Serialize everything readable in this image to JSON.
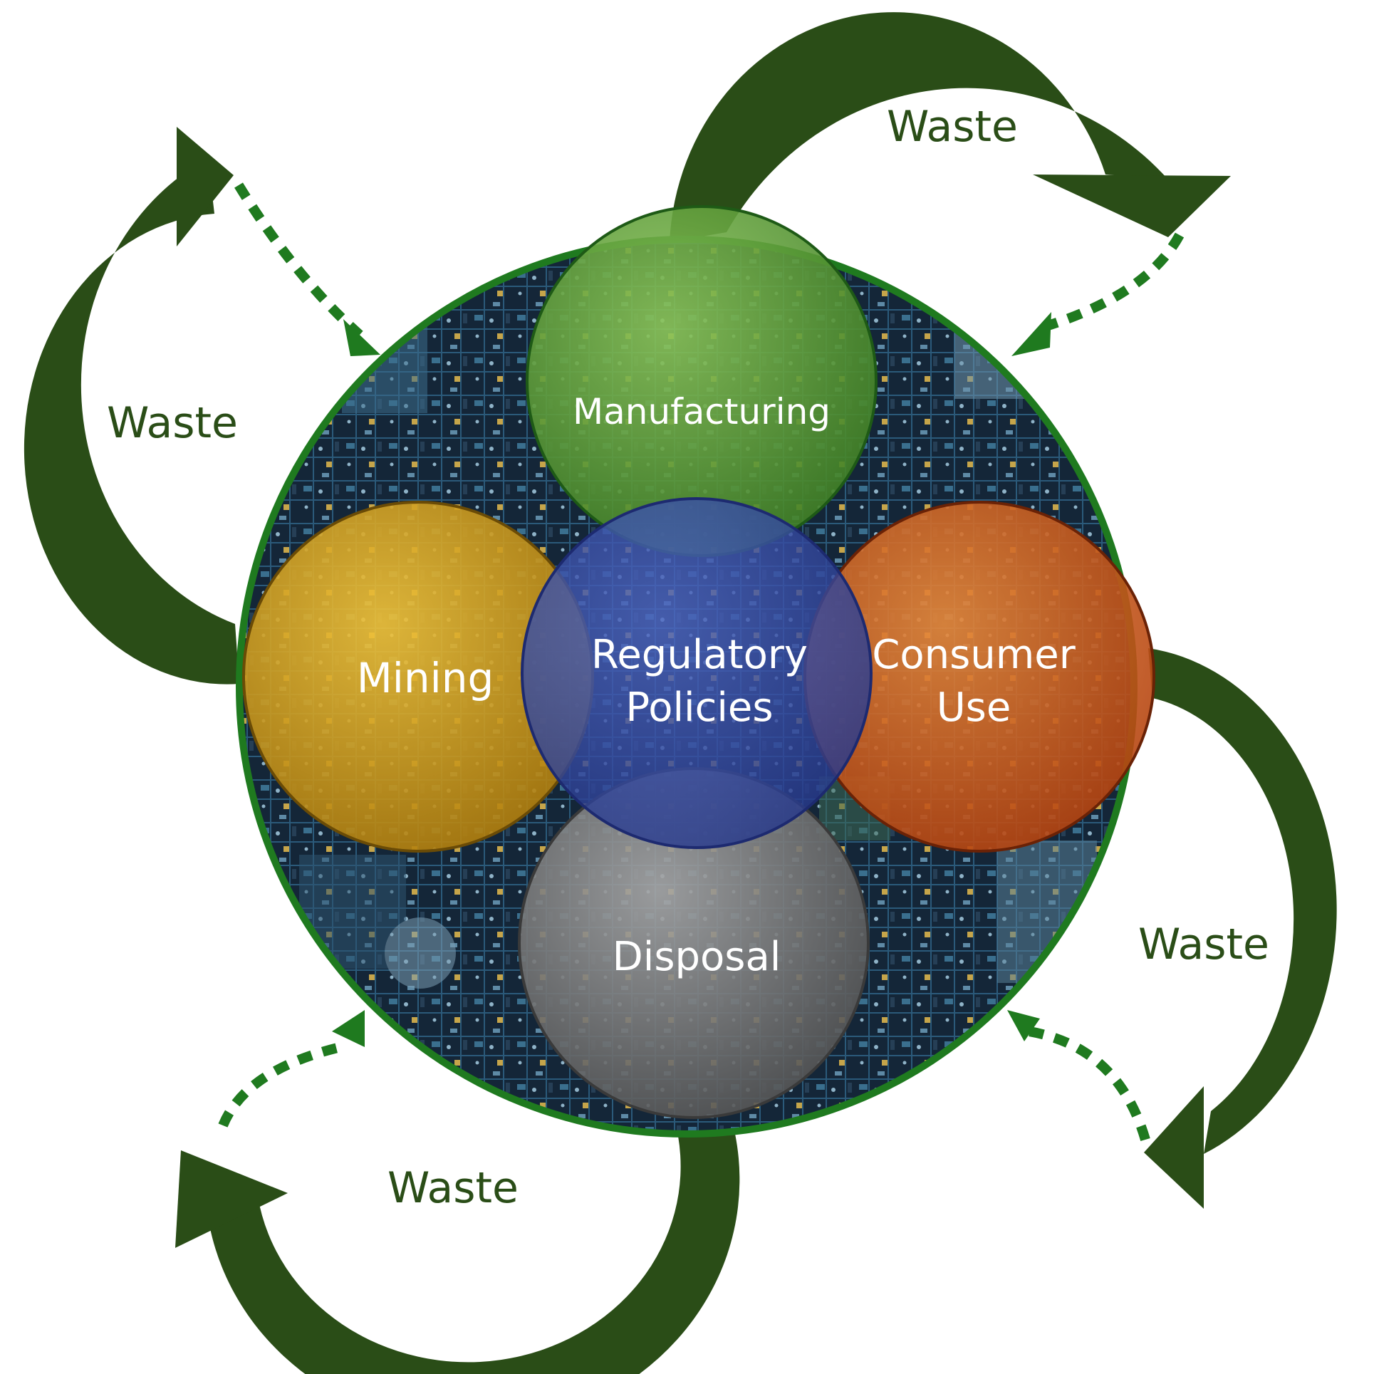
{
  "stages": {
    "manufacturing": "Manufacturing",
    "mining": "Mining",
    "center": {
      "line1": "Regulatory",
      "line2": "Policies"
    },
    "consumer": {
      "line1": "Consumer",
      "line2": "Use"
    },
    "disposal": "Disposal"
  },
  "waste_labels": {
    "top": "Waste",
    "left": "Waste",
    "right": "Waste",
    "bottom": "Waste"
  },
  "colors": {
    "arrow": "#2a4d17",
    "ring": "#1f7a1f",
    "dotted": "#1f7a1f",
    "manufacturing": "#4e9a2e",
    "mining": "#d8a514",
    "center": "#2f45a0",
    "consumer": "#d2571a",
    "disposal": "#7a7a7a",
    "board_bg": "#122236"
  }
}
